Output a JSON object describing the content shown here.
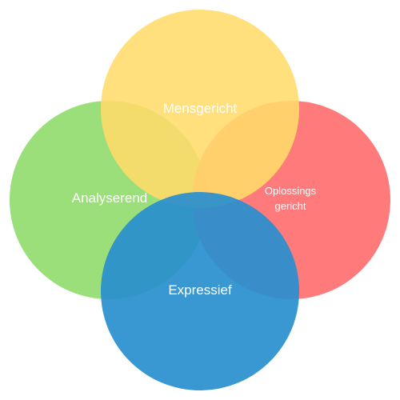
{
  "diagram": {
    "circles": [
      {
        "id": "analyserend",
        "label": "Analyserend",
        "color": "#8fdc6a"
      },
      {
        "id": "oplossingsgericht",
        "label_line1": "Oplossings",
        "label_line2": "gericht",
        "color": "#ff6b6b"
      },
      {
        "id": "mensgericht",
        "label": "Mensgericht",
        "color": "#ffdc6a"
      },
      {
        "id": "expressief",
        "label": "Expressief",
        "color": "#2a8fcf"
      }
    ]
  }
}
